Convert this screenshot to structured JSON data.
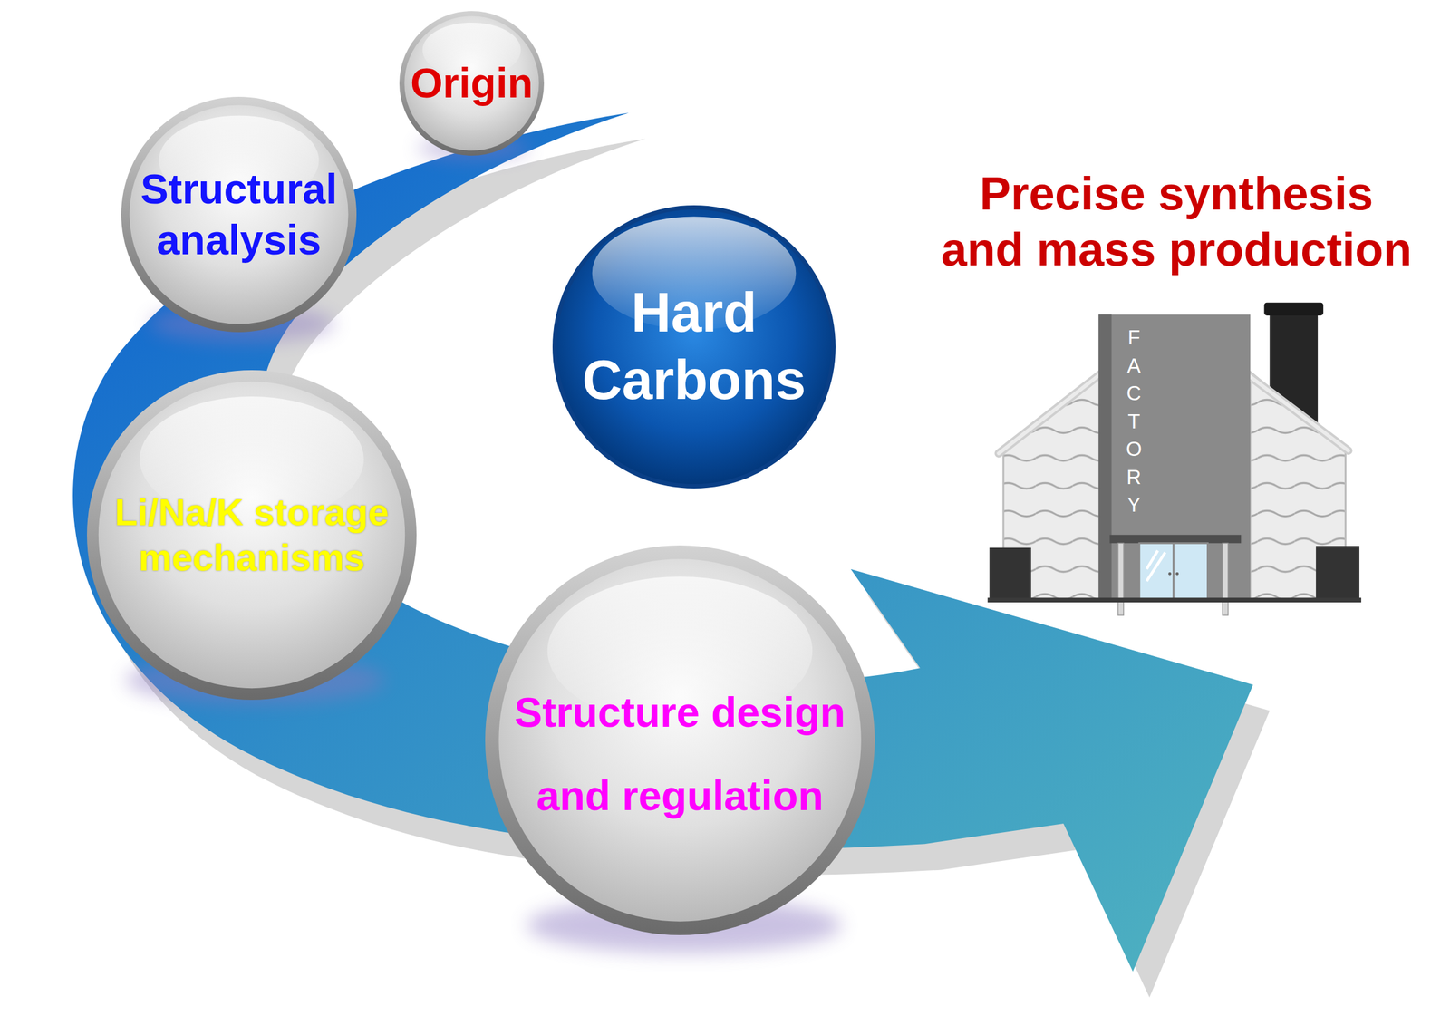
{
  "diagram": {
    "nodes": [
      {
        "text": [
          "Origin"
        ]
      },
      {
        "text": [
          "Structural analysis"
        ]
      },
      {
        "text": [
          "Li/Na/K storage mechanisms"
        ]
      },
      {
        "text": [
          "Structure design and regulation"
        ]
      },
      {
        "text": [
          "Hard Carbons"
        ]
      }
    ],
    "labels": [
      "Precise synthesis and mass production",
      "FACTORY"
    ]
  }
}
